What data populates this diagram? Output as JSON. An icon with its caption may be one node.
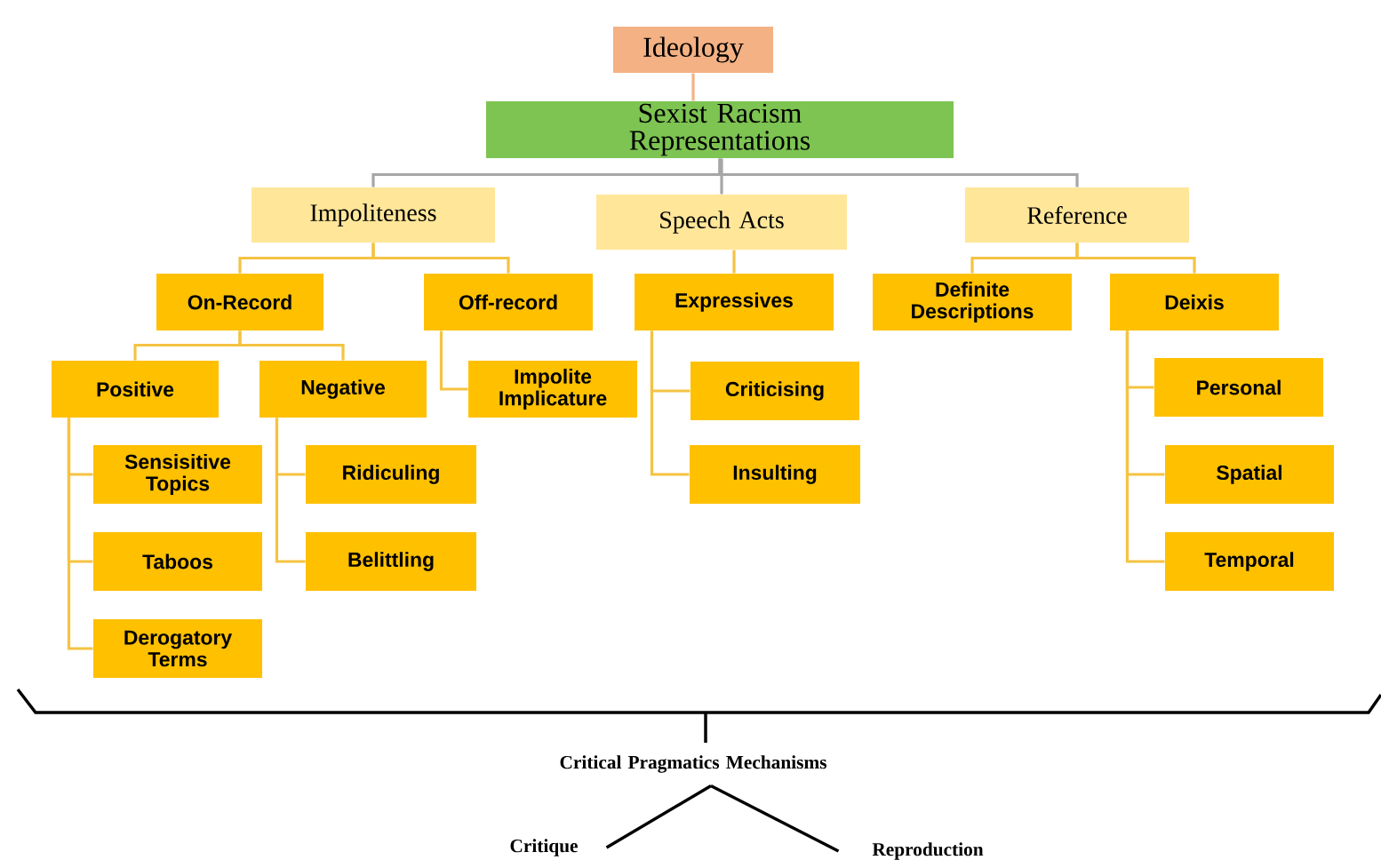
{
  "diagram": {
    "nodes": [
      {
        "text": [
          "Ideology"
        ]
      },
      {
        "text": [
          "Sexist Racism Representations"
        ]
      },
      {
        "text": [
          "Impoliteness"
        ]
      },
      {
        "text": [
          "Speech Acts"
        ]
      },
      {
        "text": [
          "Reference"
        ]
      },
      {
        "text": [
          "On-Record"
        ]
      },
      {
        "text": [
          "Off-record"
        ]
      },
      {
        "text": [
          "Expressives"
        ]
      },
      {
        "text": [
          "Definite Descriptions"
        ]
      },
      {
        "text": [
          "Deixis"
        ]
      },
      {
        "text": [
          "Positive"
        ]
      },
      {
        "text": [
          "Negative"
        ]
      },
      {
        "text": [
          "Impolite Implicature"
        ]
      },
      {
        "text": [
          "Criticising"
        ]
      },
      {
        "text": [
          "Personal"
        ]
      },
      {
        "text": [
          "Sensisitive Topics"
        ]
      },
      {
        "text": [
          "Ridiculing"
        ]
      },
      {
        "text": [
          "Insulting"
        ]
      },
      {
        "text": [
          "Spatial"
        ]
      },
      {
        "text": [
          "Taboos"
        ]
      },
      {
        "text": [
          "Belittling"
        ]
      },
      {
        "text": [
          "Temporal"
        ]
      },
      {
        "text": [
          "Derogatory Terms"
        ]
      },
      {
        "text": [
          "Critical Pragmatics Mechanisms"
        ]
      },
      {
        "text": [
          "Critique"
        ]
      },
      {
        "text": [
          "Reproduction"
        ]
      }
    ],
    "edges": [
      {
        "from": 0,
        "to": 1,
        "arrow": "none",
        "color": "#f4b183"
      },
      {
        "from": 1,
        "to": 2,
        "arrow": "none",
        "color": "#a6a6a6"
      },
      {
        "from": 1,
        "to": 3,
        "arrow": "none",
        "color": "#a6a6a6"
      },
      {
        "from": 1,
        "to": 4,
        "arrow": "none",
        "color": "#a6a6a6"
      },
      {
        "from": 2,
        "to": 5,
        "arrow": "none"
      },
      {
        "from": 2,
        "to": 6,
        "arrow": "none"
      },
      {
        "from": 3,
        "to": 7,
        "arrow": "none"
      },
      {
        "from": 4,
        "to": 8,
        "arrow": "none"
      },
      {
        "from": 4,
        "to": 9,
        "arrow": "none"
      },
      {
        "from": 5,
        "to": 10,
        "arrow": "none"
      },
      {
        "from": 5,
        "to": 11,
        "arrow": "none"
      },
      {
        "from": 6,
        "to": 12,
        "arrow": "none"
      },
      {
        "from": 7,
        "to": 13,
        "arrow": "none"
      },
      {
        "from": 7,
        "to": 17,
        "arrow": "none"
      },
      {
        "from": 9,
        "to": 14,
        "arrow": "none"
      },
      {
        "from": 9,
        "to": 18,
        "arrow": "none"
      },
      {
        "from": 9,
        "to": 21,
        "arrow": "none"
      },
      {
        "from": 10,
        "to": 15,
        "arrow": "none"
      },
      {
        "from": 10,
        "to": 19,
        "arrow": "none"
      },
      {
        "from": 10,
        "to": 22,
        "arrow": "none"
      },
      {
        "from": 11,
        "to": 16,
        "arrow": "none"
      },
      {
        "from": 11,
        "to": 20,
        "arrow": "none"
      },
      {
        "from": 23,
        "to": 24,
        "arrow": "none",
        "color": "#000000"
      },
      {
        "from": 23,
        "to": 25,
        "arrow": "none",
        "color": "#000000"
      }
    ]
  }
}
